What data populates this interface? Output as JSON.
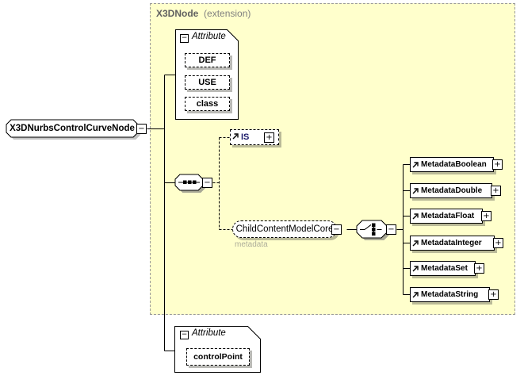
{
  "diagram": {
    "root_node": {
      "label": "X3DNurbsControlCurveNode",
      "collapse_symbol": "−"
    },
    "panel": {
      "title": "X3DNode",
      "subtitle": "(extension)"
    },
    "attribute_group_top": {
      "title": "Attribute",
      "collapse_symbol": "−",
      "attributes": [
        {
          "name": "DEF"
        },
        {
          "name": "USE"
        },
        {
          "name": "class"
        }
      ]
    },
    "sequence_indicator": {
      "collapse_symbol": "−"
    },
    "is_element": {
      "label": "IS",
      "expand_symbol": "+"
    },
    "child_content_element": {
      "label": "ChildContentModelCore",
      "annotation": "metadata",
      "collapse_symbol": "−"
    },
    "choice_indicator": {
      "collapse_symbol": "−"
    },
    "metadata_elements": [
      {
        "label": "MetadataBoolean",
        "expand_symbol": "+"
      },
      {
        "label": "MetadataDouble",
        "expand_symbol": "+"
      },
      {
        "label": "MetadataFloat",
        "expand_symbol": "+"
      },
      {
        "label": "MetadataInteger",
        "expand_symbol": "+"
      },
      {
        "label": "MetadataSet",
        "expand_symbol": "+"
      },
      {
        "label": "MetadataString",
        "expand_symbol": "+"
      }
    ],
    "attribute_group_bottom": {
      "title": "Attribute",
      "collapse_symbol": "−",
      "attributes": [
        {
          "name": "controlPoint"
        }
      ]
    },
    "colors": {
      "panel_bg": "#ffffcc",
      "panel_border": "#9a9a9a",
      "box_border": "#000000",
      "shadow": "#b9b9a5",
      "panel_title": "#606060",
      "panel_subtitle": "#808080",
      "is_label": "#1b1b6b",
      "annotation": "#adad9a"
    }
  }
}
